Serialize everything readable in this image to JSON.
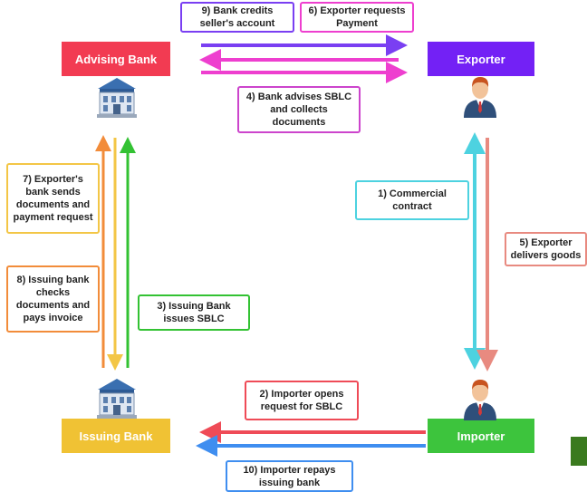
{
  "entities": {
    "advising_bank": "Advising Bank",
    "exporter": "Exporter",
    "issuing_bank": "Issuing Bank",
    "importer": "Importer"
  },
  "steps": {
    "s1": "1) Commercial contract",
    "s2": "2) Importer opens request for SBLC",
    "s3": "3) Issuing Bank issues SBLC",
    "s4": "4) Bank advises SBLC and collects documents",
    "s5": "5) Exporter delivers goods",
    "s6": "6) Exporter requests Payment",
    "s7": "7)  Exporter's bank sends documents and payment request",
    "s8": "8) Issuing bank checks documents and pays invoice",
    "s9": "9) Bank credits seller's account",
    "s10": "10) Importer repays issuing bank"
  },
  "colors": {
    "advising_bank": "#f23b52",
    "exporter": "#7321f5",
    "issuing_bank": "#f0c234",
    "importer": "#3dc43d",
    "arrow_purple": "#7a3ff2",
    "arrow_magenta": "#ee3fcf",
    "arrow_cyan": "#4dd2e0",
    "arrow_salmon": "#e88a80",
    "arrow_red": "#ef4b57",
    "arrow_blue": "#3f8ef0",
    "arrow_orange": "#f28c3a",
    "arrow_yellow": "#f3c646",
    "arrow_green": "#33c233"
  },
  "icons": [
    "bank-building-icon",
    "person-icon"
  ]
}
